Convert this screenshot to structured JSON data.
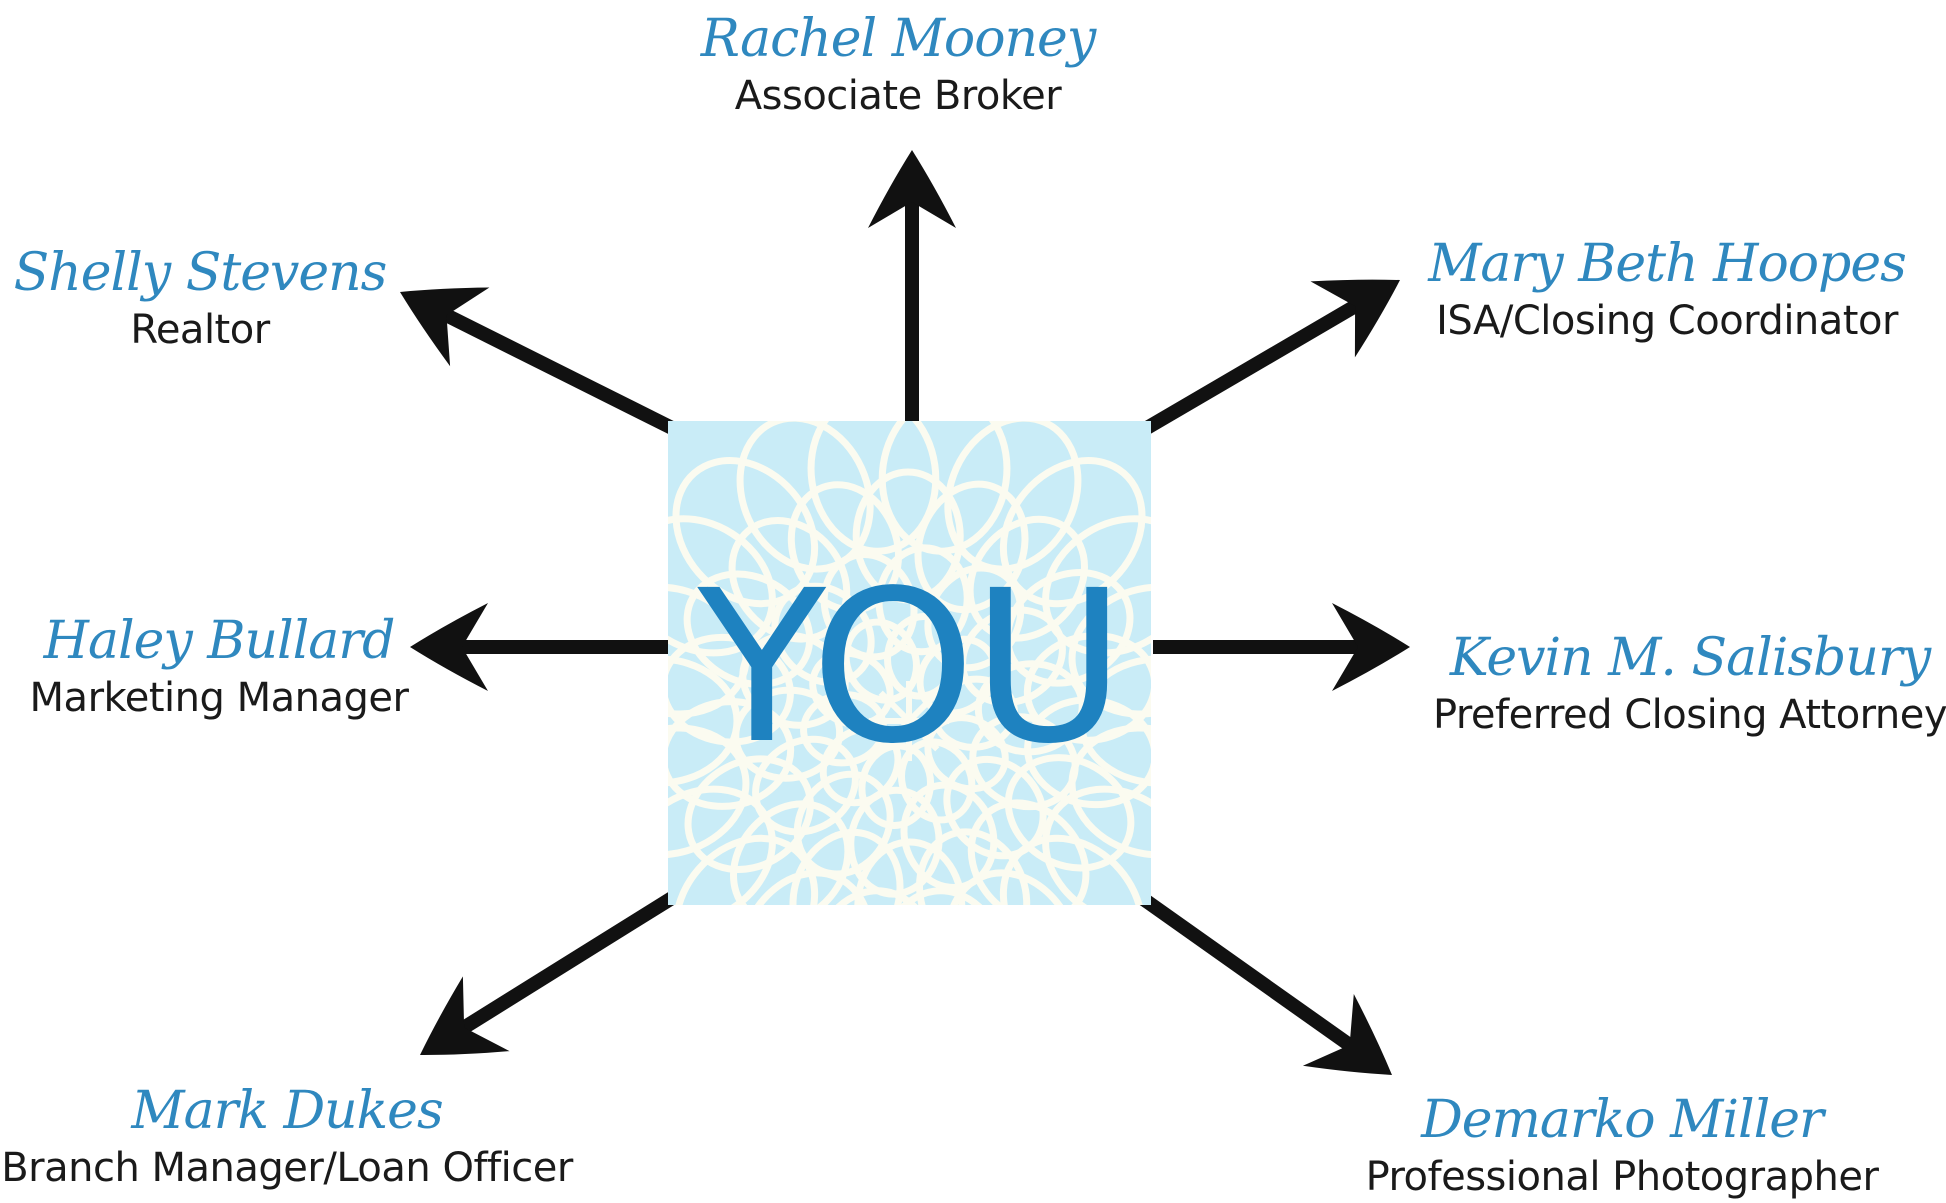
{
  "colors": {
    "name": "#2f88bf",
    "role": "#1a1a1a",
    "center_fill": "#c9ecf7",
    "center_pattern": "#fbfbf0",
    "center_text": "#1e82c0",
    "arrow": "#111111"
  },
  "center": {
    "label": "YOU",
    "icon": "flower-pattern-icon"
  },
  "people": [
    {
      "name": "Rachel Mooney",
      "role": "Associate Broker"
    },
    {
      "name": "Shelly Stevens",
      "role": "Realtor"
    },
    {
      "name": "Mary Beth Hoopes",
      "role": "ISA/Closing Coordinator"
    },
    {
      "name": "Haley Bullard",
      "role": "Marketing Manager"
    },
    {
      "name": "Kevin M. Salisbury",
      "role": "Preferred Closing Attorney"
    },
    {
      "name": "Mark Dukes",
      "role": "Branch Manager/Loan Officer"
    },
    {
      "name": "Demarko Miller",
      "role": "Professional Photographer"
    }
  ]
}
